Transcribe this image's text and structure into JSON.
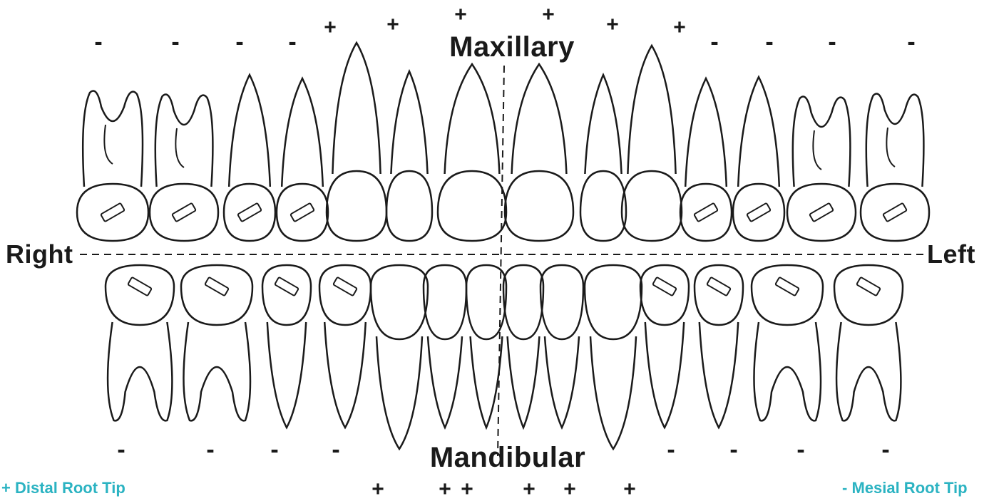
{
  "labels": {
    "maxillary": "Maxillary",
    "mandibular": "Mandibular",
    "right": "Right",
    "left": "Left"
  },
  "legend": {
    "distal": "+ Distal Root Tip",
    "mesial": "- Mesial Root Tip"
  },
  "signs": {
    "upper": [
      "-",
      "-",
      "-",
      "-",
      "+",
      "+",
      "+",
      "+",
      "+",
      "+",
      "-",
      "-",
      "-",
      "-"
    ],
    "lower": [
      "-",
      "-",
      "-",
      "-",
      "+",
      "+",
      "+",
      "+",
      "+",
      "+",
      "-",
      "-",
      "-",
      "-"
    ]
  },
  "colors": {
    "outline": "#1a1a1a",
    "legend": "#2bb3c2",
    "background": "#ffffff"
  }
}
